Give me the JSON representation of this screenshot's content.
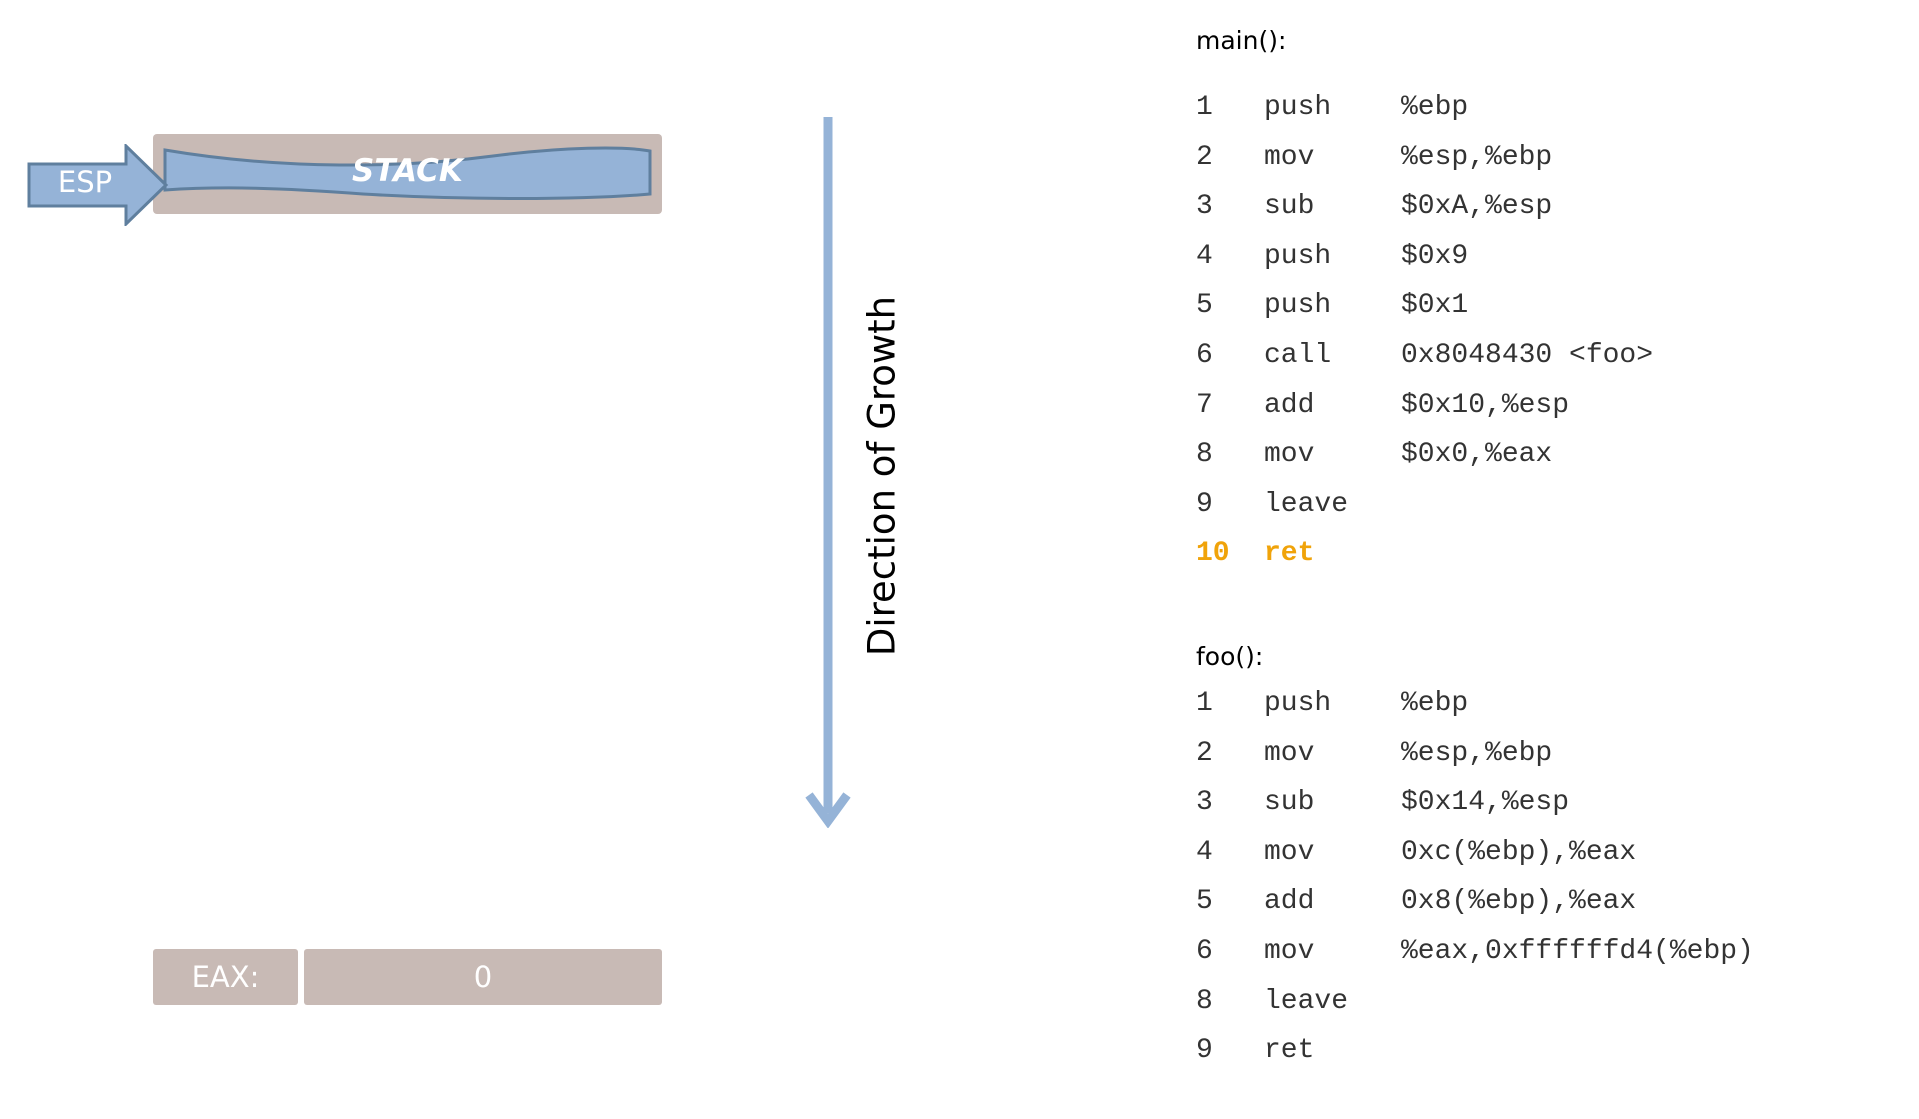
{
  "stack": {
    "label": "STACK",
    "pointer_label": "ESP"
  },
  "growth": {
    "label": "Direction of Growth"
  },
  "register": {
    "label": "EAX:",
    "value": "0"
  },
  "colors": {
    "panel": "#c8bab5",
    "arrow_fill": "#95b3d7",
    "arrow_stroke": "#5f7f9e",
    "highlight": "#f0a30a"
  },
  "main": {
    "title": "main():",
    "current_line": "10",
    "lines": [
      {
        "n": "1",
        "op": "push",
        "args": "%ebp"
      },
      {
        "n": "2",
        "op": "mov",
        "args": "%esp,%ebp"
      },
      {
        "n": "3",
        "op": "sub",
        "args": "$0xA,%esp"
      },
      {
        "n": "4",
        "op": "push",
        "args": "$0x9"
      },
      {
        "n": "5",
        "op": "push",
        "args": "$0x1"
      },
      {
        "n": "6",
        "op": "call",
        "args": "0x8048430 <foo>"
      },
      {
        "n": "7",
        "op": "add",
        "args": "$0x10,%esp"
      },
      {
        "n": "8",
        "op": "mov",
        "args": "$0x0,%eax"
      },
      {
        "n": "9",
        "op": "leave",
        "args": ""
      },
      {
        "n": "10",
        "op": "ret",
        "args": ""
      }
    ]
  },
  "foo": {
    "title": "foo():",
    "lines": [
      {
        "n": "1",
        "op": "push",
        "args": "%ebp"
      },
      {
        "n": "2",
        "op": "mov",
        "args": "%esp,%ebp"
      },
      {
        "n": "3",
        "op": "sub",
        "args": "$0x14,%esp"
      },
      {
        "n": "4",
        "op": "mov",
        "args": "0xc(%ebp),%eax"
      },
      {
        "n": "5",
        "op": "add",
        "args": "0x8(%ebp),%eax"
      },
      {
        "n": "6",
        "op": "mov",
        "args": "%eax,0xffffffd4(%ebp)"
      },
      {
        "n": "8",
        "op": "leave",
        "args": ""
      },
      {
        "n": "9",
        "op": "ret",
        "args": ""
      }
    ]
  }
}
